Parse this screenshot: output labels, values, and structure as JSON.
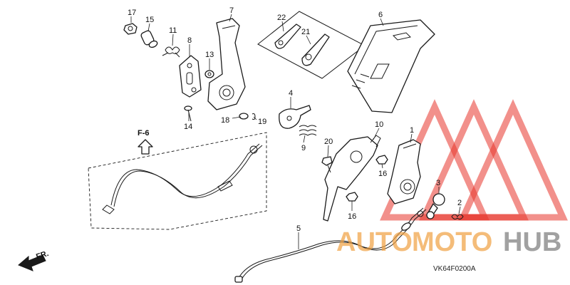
{
  "diagram": {
    "code": "VK64F0200A",
    "ref_label": "F-6",
    "front_label": "FR.",
    "parts": [
      {
        "num": "1"
      },
      {
        "num": "2"
      },
      {
        "num": "3"
      },
      {
        "num": "4"
      },
      {
        "num": "5"
      },
      {
        "num": "6"
      },
      {
        "num": "7"
      },
      {
        "num": "8"
      },
      {
        "num": "9"
      },
      {
        "num": "10"
      },
      {
        "num": "11"
      },
      {
        "num": "13"
      },
      {
        "num": "14"
      },
      {
        "num": "15"
      },
      {
        "num": "16"
      },
      {
        "num": "16"
      },
      {
        "num": "17"
      },
      {
        "num": "18"
      },
      {
        "num": "19"
      },
      {
        "num": "20"
      },
      {
        "num": "21"
      },
      {
        "num": "22"
      }
    ]
  },
  "watermark": {
    "text_part1": "AUTO",
    "text_part2": "MOTO",
    "text_part3": "HUB",
    "colors": {
      "red": "#e8352b",
      "orange": "#f0a040",
      "gray": "#8a8a8a"
    }
  }
}
